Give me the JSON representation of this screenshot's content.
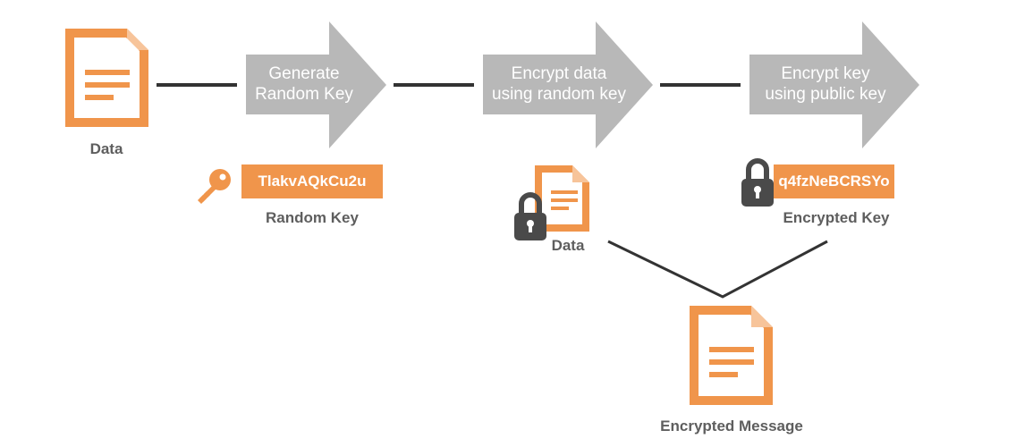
{
  "colors": {
    "orange": "#f0954b",
    "orange_light": "#f7c49a",
    "arrow_gray": "#b8b8b8",
    "line_dark": "#333333",
    "lock_gray": "#4a4a4a",
    "text_gray": "#5e5e5e"
  },
  "steps": [
    {
      "line1": "Generate",
      "line2": "Random Key"
    },
    {
      "line1": "Encrypt data",
      "line2": "using random key"
    },
    {
      "line1": "Encrypt key",
      "line2": "using public key"
    }
  ],
  "labels": {
    "data": "Data",
    "random_key": "Random Key",
    "encrypted_data": "Data",
    "encrypted_key": "Encrypted Key",
    "encrypted_message": "Encrypted Message"
  },
  "keys": {
    "random_key_value": "TlakvAQkCu2u",
    "encrypted_key_value": "q4fzNeBCRSYo"
  },
  "icons": [
    "document-icon",
    "key-icon",
    "lock-icon",
    "arrow-shape"
  ]
}
